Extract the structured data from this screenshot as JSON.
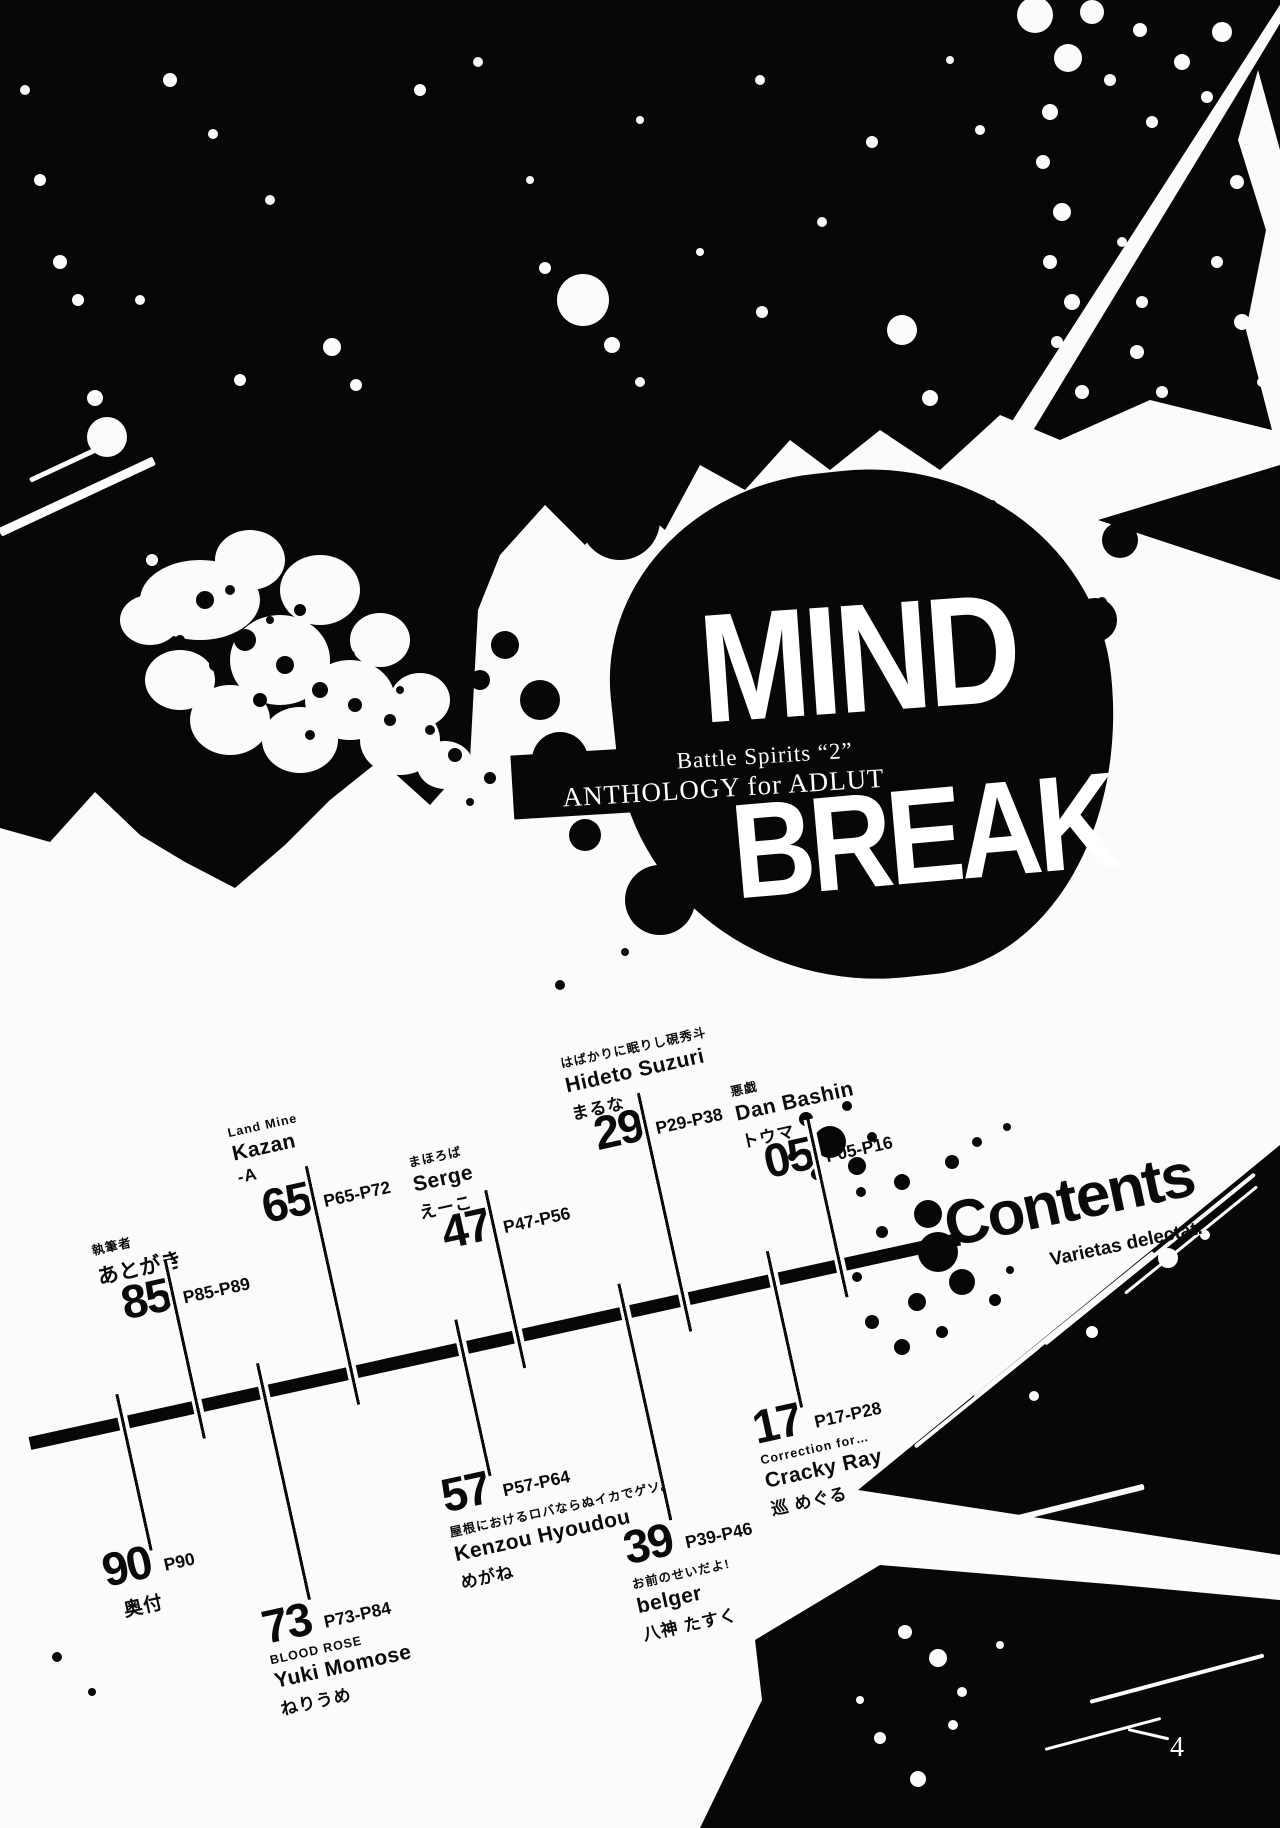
{
  "colors": {
    "ink": "#070707",
    "paper": "#fbfbfb"
  },
  "logo": {
    "title_top": "MIND",
    "title_bottom": "BREAK",
    "subtitle_line1": "Battle Spirits “2”",
    "subtitle_line2": "ANTHOLOGY for ADLUT"
  },
  "contents": {
    "heading": "Contents",
    "tagline": "Varietas delectat."
  },
  "page": {
    "number": "4"
  },
  "entries": [
    {
      "num": "05",
      "pages": "P05-P16",
      "title": "悪戯",
      "name": "Dan Bashin",
      "kana": "トウマ"
    },
    {
      "num": "17",
      "pages": "P17-P28",
      "title": "Correction for…",
      "name": "Cracky Ray",
      "kana": "巡 めぐる"
    },
    {
      "num": "29",
      "pages": "P29-P38",
      "title": "はばかりに眠りし硯秀斗",
      "name": "Hideto Suzuri",
      "kana": "まるな"
    },
    {
      "num": "39",
      "pages": "P39-P46",
      "title": "お前のせいだよ!",
      "name": "belger",
      "kana": "八神 たすく"
    },
    {
      "num": "47",
      "pages": "P47-P56",
      "title": "まほろば",
      "name": "Serge",
      "kana": "えーこ"
    },
    {
      "num": "57",
      "pages": "P57-P64",
      "title": "屋根におけるロバならぬイカでゲソ。",
      "name": "Kenzou Hyoudou",
      "kana": "めがね"
    },
    {
      "num": "65",
      "pages": "P65-P72",
      "title": "Land Mine",
      "name": "Kazan",
      "kana": "-A"
    },
    {
      "num": "73",
      "pages": "P73-P84",
      "title": "BLOOD ROSE",
      "name": "Yuki Momose",
      "kana": "ねりうめ"
    },
    {
      "num": "85",
      "pages": "P85-P89",
      "title": "執筆者",
      "name": "あとがき",
      "kana": ""
    },
    {
      "num": "90",
      "pages": "P90",
      "title": "奥付",
      "name": "",
      "kana": ""
    }
  ]
}
